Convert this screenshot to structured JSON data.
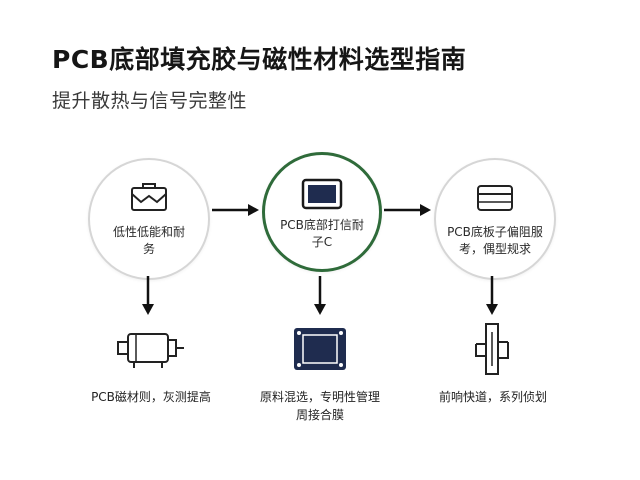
{
  "title": "PCB底部填充胶与磁性材料选型指南",
  "subtitle": "提升散热与信号完整性",
  "steps": [
    {
      "label_line1": "低性低能和耐",
      "label_line2": "务",
      "icon": "box-open-icon"
    },
    {
      "label_line1": "PCB底部打信耐",
      "label_line2": "子C",
      "icon": "chip-icon"
    },
    {
      "label_line1": "PCB底板子偏阻服",
      "label_line2": "考，偶型规求",
      "icon": "board-icon"
    }
  ],
  "outcomes": [
    {
      "label_line1": "PCB磁材则，灰测提高",
      "label_line2": "",
      "icon": "motor-icon"
    },
    {
      "label_line1": "原料混选，专明性管理",
      "label_line2": "周接合膜",
      "icon": "square-board-icon"
    },
    {
      "label_line1": "前响快道，系列侦划",
      "label_line2": "",
      "icon": "valve-icon"
    }
  ],
  "colors": {
    "accent": "#2f6b3a",
    "ring": "#d6d6d6",
    "navy": "#1f2c4f",
    "ink": "#1c1c1c"
  }
}
